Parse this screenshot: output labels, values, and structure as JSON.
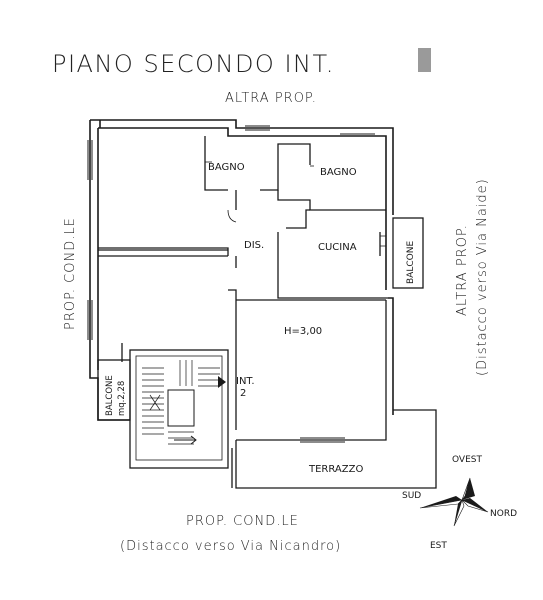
{
  "title": {
    "main": "PIANO SECONDO INT."
  },
  "labels": {
    "top": "ALTRA PROP.",
    "left": "PROP. COND.LE",
    "right_1": "ALTRA PROP.",
    "right_2": "(Distacco verso Via Naide)",
    "bottom_1": "PROP. COND.LE",
    "bottom_2": "(Distacco verso Via Nicandro)"
  },
  "rooms": {
    "bagno_1": "BAGNO",
    "bagno_2": "BAGNO",
    "dis": "DIS.",
    "cucina": "CUCINA",
    "balcone_right": "BALCONE",
    "height": "H=3,00",
    "int_1": "INT.",
    "int_2": "2",
    "balcone_left_1": "BALCONE",
    "balcone_left_2": "mq.2,28",
    "terrazzo": "TERRAZZO"
  },
  "compass": {
    "north": "NORD",
    "south": "SUD",
    "east": "EST",
    "west": "OVEST"
  },
  "colors": {
    "line": "#1a1a1a",
    "gray_box": "#9a9a9a",
    "paper": "#ffffff"
  }
}
